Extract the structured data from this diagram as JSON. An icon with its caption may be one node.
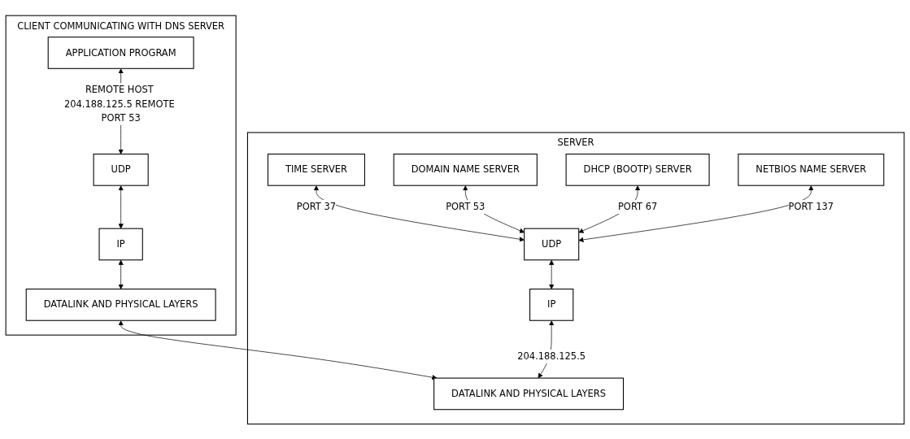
{
  "diagram": {
    "nodes": [
      {
        "text": [
          "CLIENT COMMUNICATING WITH DNS SERVER"
        ]
      },
      {
        "text": [
          "APPLICATION PROGRAM"
        ],
        "in": 0
      },
      {
        "text": [
          "UDP"
        ],
        "in": 0
      },
      {
        "text": [
          "IP"
        ],
        "in": 0
      },
      {
        "text": [
          "DATALINK AND PHYSICAL LAYERS"
        ],
        "in": 0
      },
      {
        "text": [
          "SERVER"
        ]
      },
      {
        "text": [
          "TIME SERVER"
        ],
        "in": 5
      },
      {
        "text": [
          "DOMAIN NAME SERVER"
        ],
        "in": 5
      },
      {
        "text": [
          "DHCP (BOOTP) SERVER"
        ],
        "in": 5
      },
      {
        "text": [
          "NETBIOS NAME SERVER"
        ],
        "in": 5
      },
      {
        "text": [
          "UDP"
        ],
        "in": 5
      },
      {
        "text": [
          "IP"
        ],
        "in": 5
      },
      {
        "text": [
          "DATALINK AND PHYSICAL LAYERS"
        ],
        "in": 5
      }
    ],
    "edges": [
      {
        "from": 1,
        "to": 2,
        "arrow": "both",
        "label": "REMOTE HOST 204.188.125.5 REMOTE PORT 53"
      },
      {
        "from": 2,
        "to": 3,
        "arrow": "both"
      },
      {
        "from": 3,
        "to": 4,
        "arrow": "both"
      },
      {
        "from": 4,
        "to": 12,
        "arrow": "both"
      },
      {
        "from": 6,
        "to": 10,
        "arrow": "both",
        "label": "PORT 37"
      },
      {
        "from": 7,
        "to": 10,
        "arrow": "both",
        "label": "PORT 53"
      },
      {
        "from": 8,
        "to": 10,
        "arrow": "both",
        "label": "PORT 67"
      },
      {
        "from": 9,
        "to": 10,
        "arrow": "both",
        "label": "PORT 137"
      },
      {
        "from": 10,
        "to": 11,
        "arrow": "both"
      },
      {
        "from": 11,
        "to": 12,
        "arrow": "both",
        "label": "204.188.125.5"
      }
    ]
  }
}
